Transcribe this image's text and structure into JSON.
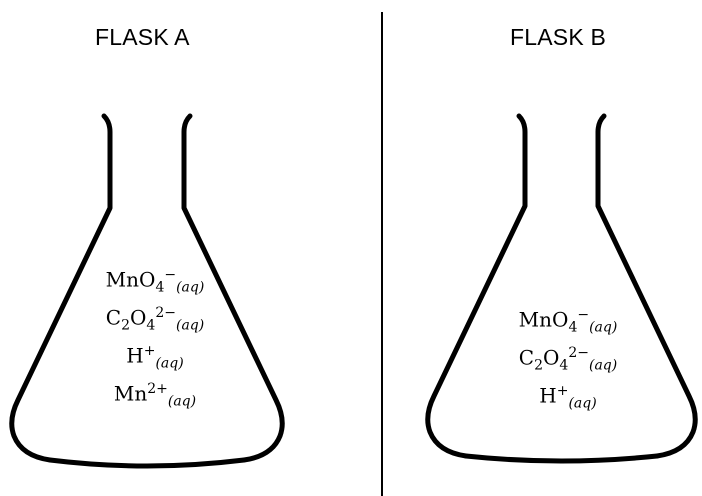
{
  "flasks": [
    {
      "title": "FLASK A",
      "species": [
        {
          "base": "MnO",
          "sub1": "4",
          "sup": "−",
          "state": "(aq)"
        },
        {
          "base": "C",
          "sub0": "2",
          "mid": "O",
          "sub1": "4",
          "sup": "2−",
          "state": "(aq)"
        },
        {
          "base": "H",
          "sup": "+",
          "state": "(aq)"
        },
        {
          "base": "Mn",
          "sup": "2+",
          "state": "(aq)"
        }
      ]
    },
    {
      "title": "FLASK B",
      "species": [
        {
          "base": "MnO",
          "sub1": "4",
          "sup": "−",
          "state": "(aq)"
        },
        {
          "base": "C",
          "sub0": "2",
          "mid": "O",
          "sub1": "4",
          "sup": "2−",
          "state": "(aq)"
        },
        {
          "base": "H",
          "sup": "+",
          "state": "(aq)"
        }
      ]
    }
  ],
  "colors": {
    "stroke": "#000000",
    "background": "#ffffff"
  }
}
